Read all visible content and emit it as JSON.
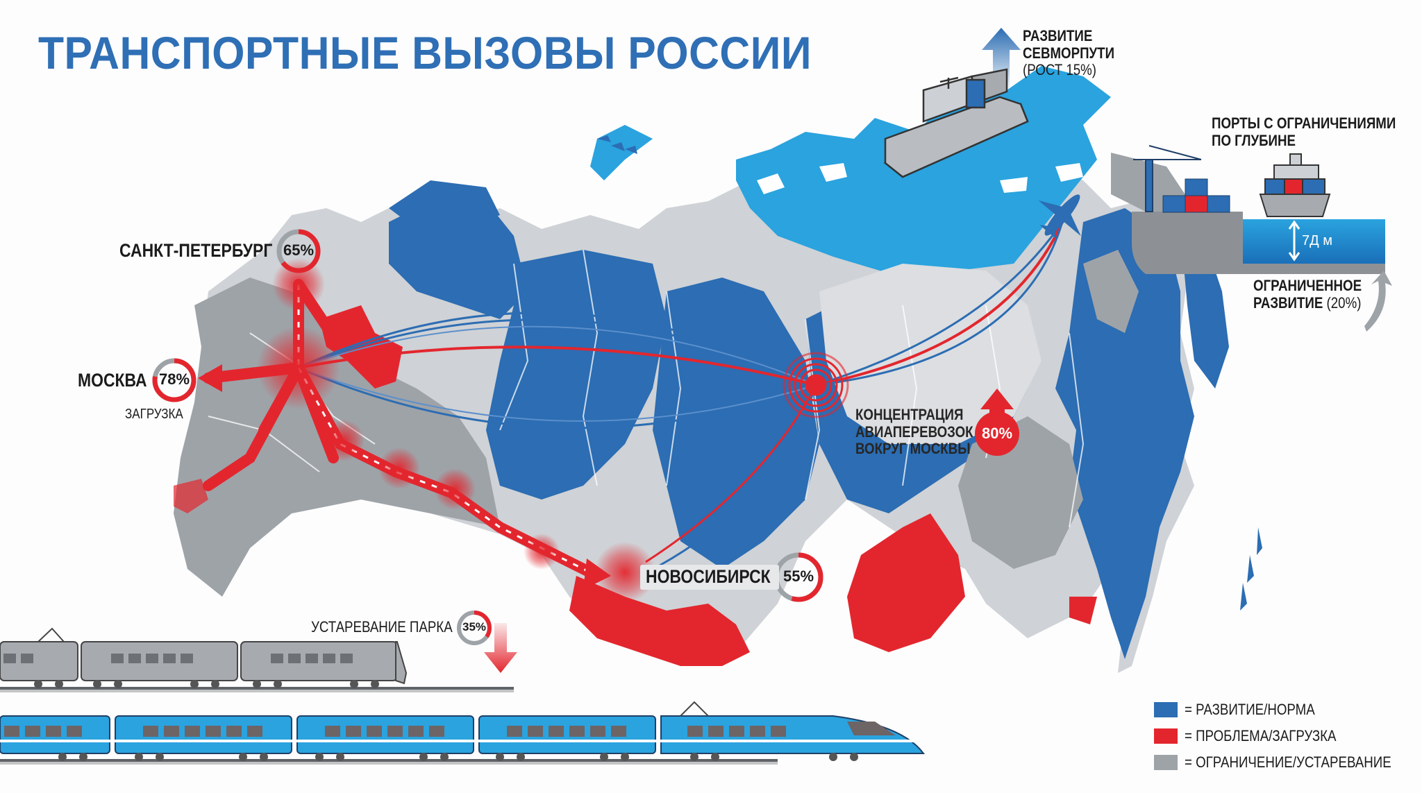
{
  "title": "ТРАНСПОРТНЫЕ ВЫЗОВЫ РОССИИ",
  "colors": {
    "development_blue": "#2c6db3",
    "arctic_blue": "#2aa3df",
    "problem_red": "#e3262e",
    "limitation_gray": "#9ea3a8",
    "light_gray": "#cfd2d6",
    "title_blue": "#2f6fb5"
  },
  "callouts": {
    "sevmorput": {
      "line1": "РАЗВИТИЕ",
      "line2": "СЕВМОРПУТИ",
      "line3": "(РОСТ 15%)",
      "icon": "arrow-up-icon"
    },
    "ports": {
      "line1": "ПОРТЫ С ОГРАНИЧЕНИЯМИ",
      "line2": "ПО ГЛУБИНЕ",
      "depth": "7Д м",
      "dev_line1": "ОГРАНИЧЕННОЕ",
      "dev_line2_bold": "РАЗВИТИЕ",
      "dev_line2_light": "(20%)"
    },
    "spb": {
      "name": "САНКТ-ПЕТЕРБУРГ",
      "value": "65%",
      "percent": 65
    },
    "moscow": {
      "name": "МОСКВА",
      "value": "78%",
      "percent": 78,
      "sub": "ЗАГРУЗКА"
    },
    "air": {
      "line1": "КОНЦЕНТРАЦИЯ",
      "line2": "АВИАПЕРЕВОЗОК",
      "line3": "ВОКРУГ МОСКВЫ",
      "value": "80%"
    },
    "novosibirsk": {
      "name": "НОВОСИБИРСК",
      "value": "55%",
      "percent": 55
    },
    "fleet": {
      "label": "УСТАРЕВАНИЕ ПАРКА",
      "value": "35%",
      "percent": 35
    }
  },
  "legend": [
    {
      "color": "#2c6db3",
      "label": "= РАЗВИТИЕ/НОРМА"
    },
    {
      "color": "#e3262e",
      "label": "= ПРОБЛЕМА/ЗАГРУЗКА"
    },
    {
      "color": "#9ea3a8",
      "label": "= ОГРАНИЧЕНИЕ/УСТАРЕВАНИЕ"
    }
  ]
}
